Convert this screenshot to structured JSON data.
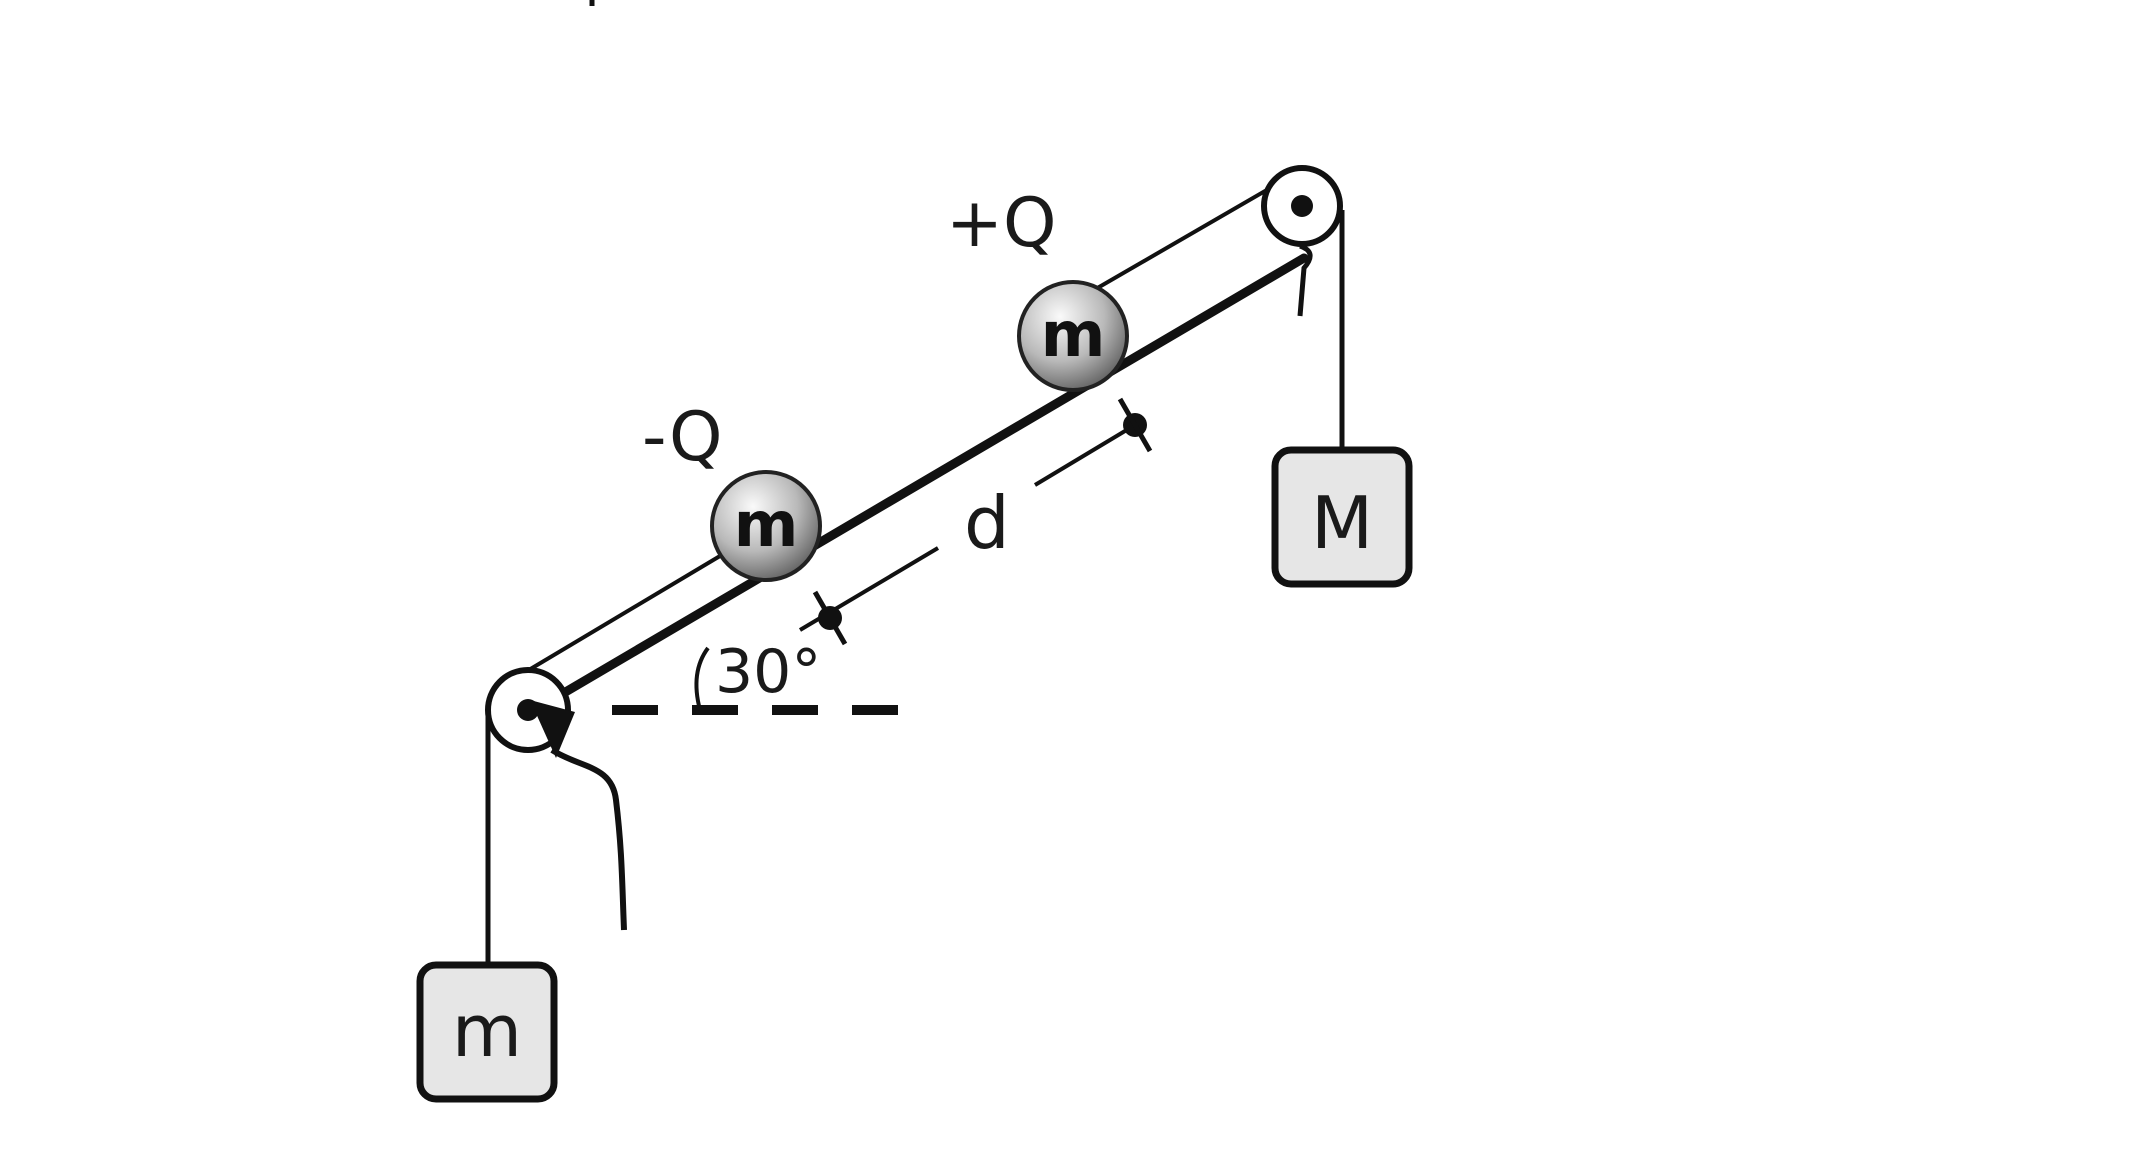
{
  "diagram": {
    "charges": {
      "positive": "+Q",
      "negative": "-Q"
    },
    "ball_label": "m",
    "distance_label": "d",
    "angle_label": "30°",
    "hanging_blocks": {
      "left": "m",
      "right": "M"
    }
  }
}
